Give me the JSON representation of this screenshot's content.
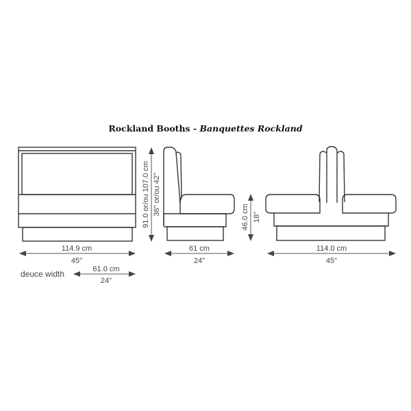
{
  "title": {
    "main": "Rockland Booths - ",
    "italic": "Banquettes Rockland"
  },
  "front_view": {
    "width_cm": "114.9 cm",
    "width_in": "45\""
  },
  "deuce": {
    "label": "deuce width",
    "width_cm": "61.0 cm",
    "width_in": "24\""
  },
  "height": {
    "cm": "91.0 or/ou 107.0 cm",
    "in": "36\" or/ou 42\""
  },
  "side_view": {
    "depth_cm": "61 cm",
    "depth_in": "24\""
  },
  "seat_height": {
    "cm": "46.0 cm",
    "in": "18\""
  },
  "double_view": {
    "width_cm": "114.0 cm",
    "width_in": "45\""
  }
}
